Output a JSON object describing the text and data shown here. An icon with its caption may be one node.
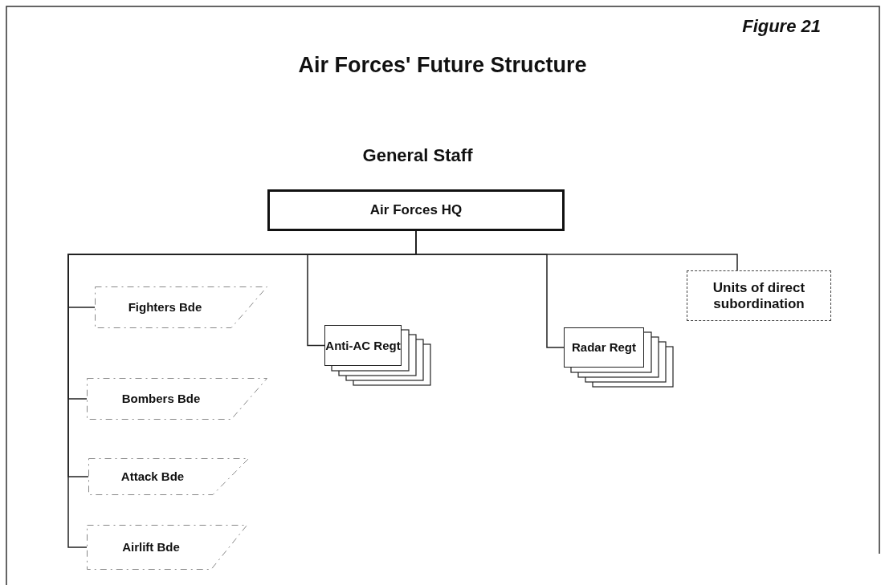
{
  "diagram": {
    "title": "Air Forces' Future Structure",
    "nodes": [
      {
        "text": [
          "Air Forces HQ"
        ]
      },
      {
        "text": [
          "Fighters Bde"
        ]
      },
      {
        "text": [
          "Bombers Bde"
        ]
      },
      {
        "text": [
          "Attack Bde"
        ]
      },
      {
        "text": [
          "Airlift Bde"
        ]
      },
      {
        "text": [
          "Anti-AC Regt"
        ]
      },
      {
        "text": [
          "Radar Regt"
        ]
      },
      {
        "text": [
          "Units of direct subordination"
        ]
      }
    ],
    "edges": [
      {
        "from": 0,
        "to": 1,
        "arrow": "none"
      },
      {
        "from": 0,
        "to": 2,
        "arrow": "none"
      },
      {
        "from": 0,
        "to": 3,
        "arrow": "none"
      },
      {
        "from": 0,
        "to": 4,
        "arrow": "none"
      },
      {
        "from": 0,
        "to": 5,
        "arrow": "none"
      },
      {
        "from": 0,
        "to": 6,
        "arrow": "none"
      },
      {
        "from": 0,
        "to": 7,
        "arrow": "none"
      }
    ],
    "labels": [
      "Figure 21",
      "General Staff"
    ]
  }
}
